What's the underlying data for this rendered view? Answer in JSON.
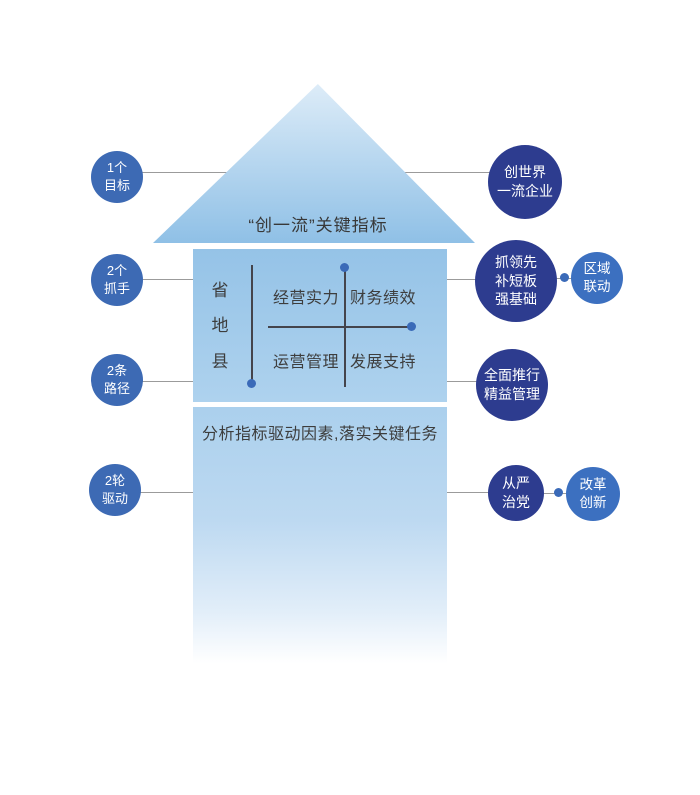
{
  "colors": {
    "c_left": "#3d6ab4",
    "c_dark": "#2d3c8f",
    "c_light": "#3c70c0",
    "c_dot": "#3a6ab8",
    "c_line": "#9b9b9b",
    "c_mline": "#44444c",
    "tri_top": "#ddecf8",
    "tri_bottom": "#8fc0e6",
    "body_top": "#95c3e7",
    "body_bottom": "#aed2ee",
    "lower_top": "#abd0ed",
    "text_dark": "#3d3d3d"
  },
  "title": "“创一流”关键指标",
  "left_column": [
    {
      "label_line1": "1个",
      "label_line2": "目标"
    },
    {
      "label_line1": "2个",
      "label_line2": "抓手"
    },
    {
      "label_line1": "2条",
      "label_line2": "路径"
    },
    {
      "label_line1": "2轮",
      "label_line2": "驱动"
    }
  ],
  "right_column": [
    {
      "label_line1": "创世界",
      "label_line2": "一流企业"
    },
    {
      "label_line1": "抓领先",
      "label_line2": "补短板",
      "label_line3": "强基础"
    },
    {
      "label_line1": "区域",
      "label_line2": "联动"
    },
    {
      "label_line1": "全面推行",
      "label_line2": "精益管理"
    },
    {
      "label_line1": "从严",
      "label_line2": "治党"
    },
    {
      "label_line1": "改革",
      "label_line2": "创新"
    }
  ],
  "matrix": {
    "levels": [
      "省",
      "地",
      "县"
    ],
    "top_left": "经营实力",
    "top_right": "财务绩效",
    "bottom_left": "运营管理",
    "bottom_right": "发展支持"
  },
  "bottom_banner": "分析指标驱动因素,落实关键任务"
}
